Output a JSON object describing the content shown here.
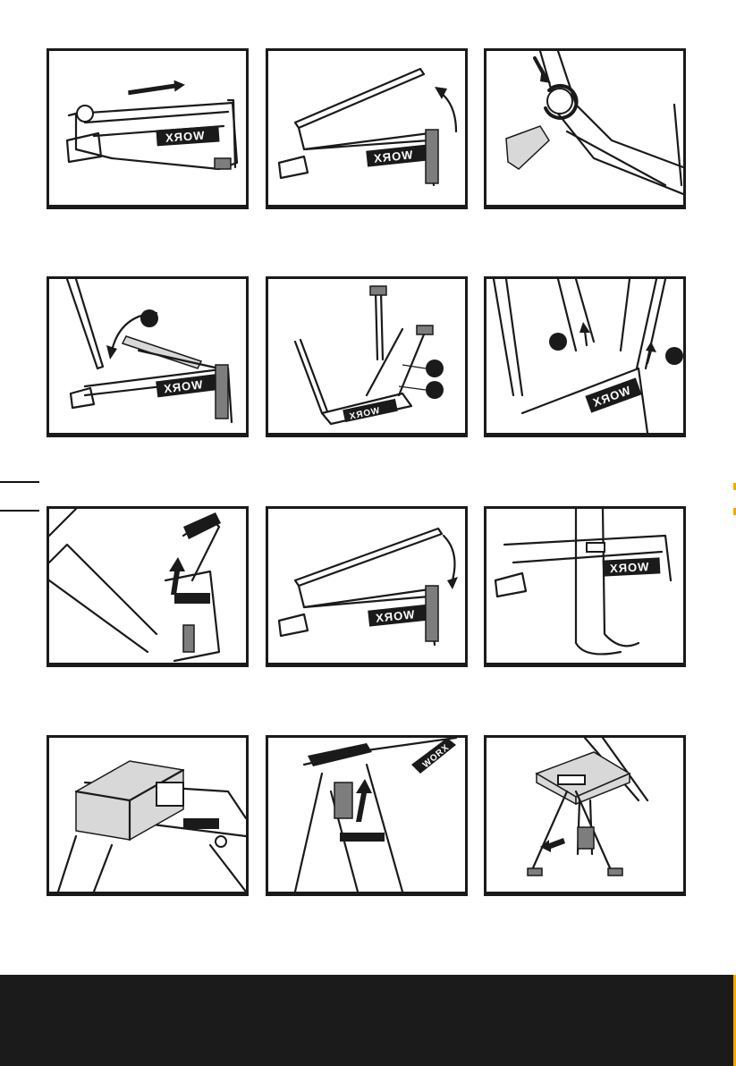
{
  "document": {
    "brand_text": "WORX",
    "brand_text_mirrored": "XЯOW",
    "colors": {
      "ink": "#1a1a1a",
      "accent": "#f2a900",
      "footer": "#1b1b1b"
    },
    "figures": [
      {
        "id": "fig-1",
        "description_icon": "slide-arrow-icon"
      },
      {
        "id": "fig-2",
        "description_icon": "rotate-arrow-icon"
      },
      {
        "id": "fig-3",
        "description_icon": "twist-knob-icon"
      },
      {
        "id": "fig-4",
        "description_icon": "rotate-arrow-icon"
      },
      {
        "id": "fig-5",
        "description_icon": "callout-dot-icon"
      },
      {
        "id": "fig-6",
        "description_icon": "callout-dot-icon"
      },
      {
        "id": "fig-7",
        "description_icon": "lift-arrow-icon"
      },
      {
        "id": "fig-8",
        "description_icon": "rotate-arrow-icon"
      },
      {
        "id": "fig-9",
        "description_icon": "carry-icon"
      },
      {
        "id": "fig-10",
        "description_icon": "workpiece-icon"
      },
      {
        "id": "fig-11",
        "description_icon": "lift-arrow-icon"
      },
      {
        "id": "fig-12",
        "description_icon": "pull-arrow-icon"
      }
    ]
  }
}
